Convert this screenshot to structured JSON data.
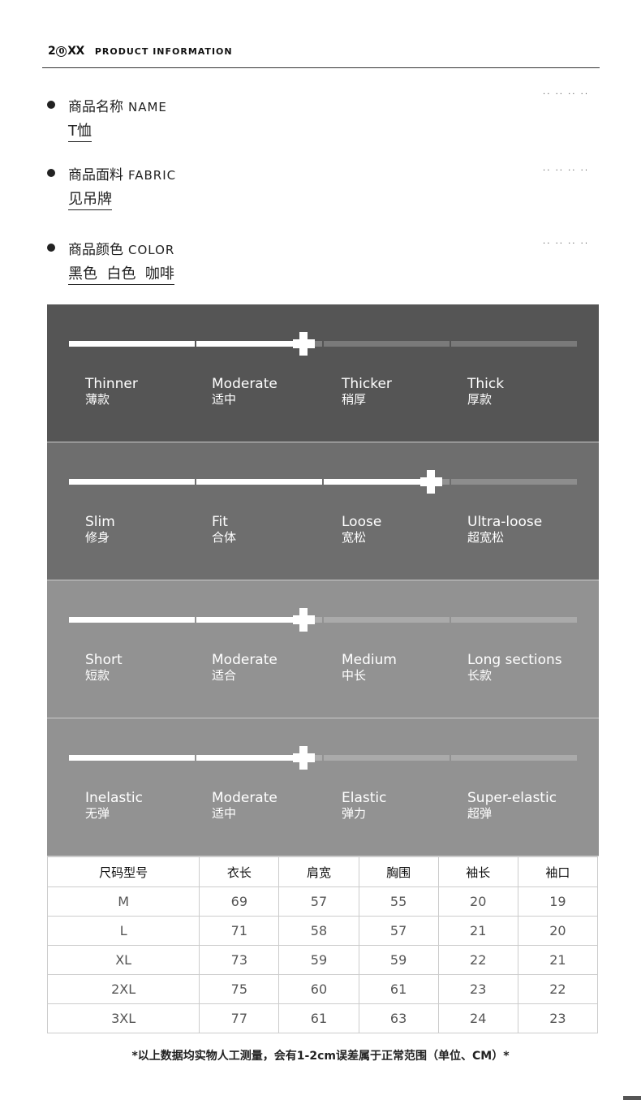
{
  "header": {
    "logo_pre": "2",
    "logo_o": "0",
    "logo_post": "XX",
    "title": "PRODUCT INFORMATION"
  },
  "info": [
    {
      "label_zh": "商品名称",
      "label_en": "NAME",
      "value": "T恤"
    },
    {
      "label_zh": "商品面料",
      "label_en": "FABRIC",
      "value": "见吊牌"
    },
    {
      "label_zh": "商品颜色",
      "label_en": "COLOR",
      "value": "黑色  白色  咖啡"
    }
  ],
  "dots": ".. .. .. ..",
  "bands": [
    {
      "bg": "#555555",
      "selected_index": 1,
      "options": [
        {
          "en": "Thinner",
          "zh": "薄款"
        },
        {
          "en": "Moderate",
          "zh": "适中"
        },
        {
          "en": "Thicker",
          "zh": "稍厚"
        },
        {
          "en": "Thick",
          "zh": "厚款"
        }
      ]
    },
    {
      "bg": "#6e6e6e",
      "selected_index": 2,
      "options": [
        {
          "en": "Slim",
          "zh": "修身"
        },
        {
          "en": "Fit",
          "zh": "合体"
        },
        {
          "en": "Loose",
          "zh": "宽松"
        },
        {
          "en": "Ultra-loose",
          "zh": "超宽松"
        }
      ]
    },
    {
      "bg": "#929292",
      "selected_index": 1,
      "options": [
        {
          "en": "Short",
          "zh": "短款"
        },
        {
          "en": "Moderate",
          "zh": "适合"
        },
        {
          "en": "Medium",
          "zh": "中长"
        },
        {
          "en": "Long sections",
          "zh": "长款"
        }
      ]
    },
    {
      "bg": "#929292",
      "selected_index": 1,
      "options": [
        {
          "en": "Inelastic",
          "zh": "无弹"
        },
        {
          "en": "Moderate",
          "zh": "适中"
        },
        {
          "en": "Elastic",
          "zh": "弹力"
        },
        {
          "en": "Super-elastic",
          "zh": "超弹"
        }
      ]
    }
  ],
  "table": {
    "headers": [
      "尺码型号",
      "衣长",
      "肩宽",
      "胸围",
      "袖长",
      "袖口"
    ],
    "rows": [
      [
        "M",
        "69",
        "57",
        "55",
        "20",
        "19"
      ],
      [
        "L",
        "71",
        "58",
        "57",
        "21",
        "20"
      ],
      [
        "XL",
        "73",
        "59",
        "59",
        "22",
        "21"
      ],
      [
        "2XL",
        "75",
        "60",
        "61",
        "23",
        "22"
      ],
      [
        "3XL",
        "77",
        "61",
        "63",
        "24",
        "23"
      ]
    ]
  },
  "note": "*以上数据均实物人工测量，会有1-2cm误差属于正常范围（单位、CM）*"
}
